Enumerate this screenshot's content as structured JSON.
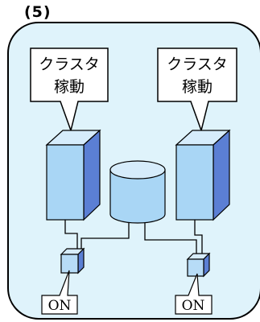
{
  "step_label": "(5)",
  "left_node": {
    "line1": "クラスタ",
    "line2": "稼動",
    "switch_label": "ON"
  },
  "right_node": {
    "line1": "クラスタ",
    "line2": "稼動",
    "switch_label": "ON"
  },
  "colors": {
    "panel_fill": "#dff3fb",
    "server_front": "#a9d6f5",
    "server_side": "#5b7fd4",
    "server_top": "#d6ecfb",
    "disk_body": "#a9d6f5",
    "disk_top": "#d6ecfb",
    "switch_fill": "#b7dcf7",
    "line": "#000000"
  }
}
